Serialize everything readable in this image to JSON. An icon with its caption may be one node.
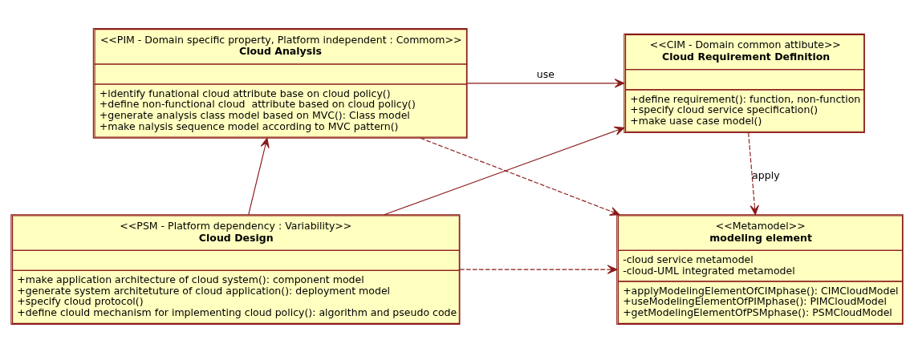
{
  "diagram": {
    "nodes": [
      {
        "text": [
          "<<CIM - Domain common attibute>>",
          "Cloud Requirement Definition",
          "+define requirement(): function, non-function",
          "+specify cloud service specification()",
          "+make uase case model()"
        ]
      },
      {
        "text": [
          "<<PIM - Domain specific property, Platform independent : Commom>>",
          "Cloud Analysis",
          "+identify funational cloud attribute base on cloud policy()",
          "+define non-functional cloud  attribute based on cloud policy()",
          "+generate analysis class model based on MVC(): Class model",
          "+make nalysis sequence model according to MVC pattern()"
        ]
      },
      {
        "text": [
          "<<Metamodel>>",
          "modeling element",
          "-cloud service metamodel",
          "-cloud-UML integrated metamodel",
          "+applyModelingElementOfCIMphase(): CIMCloudModel",
          "+useModelingElementOfPIMphase(): PIMCloudModel",
          "+getModelingElementOfPSMphase(): PSMCloudModel"
        ]
      },
      {
        "text": [
          "<<PSM - Platform dependency : Variability>>",
          "Cloud Design",
          "+make application architecture of cloud system(): component model",
          "+generate system architetuture of cloud application(): deployment model",
          "+specify cloud protocol()",
          "+define clould mechanism for implementing cloud policy(): algorithm and pseudo code"
        ]
      }
    ],
    "edges": [
      {
        "from": 1,
        "to": 0,
        "arrow": "to",
        "label": "use"
      },
      {
        "from": 0,
        "to": 2,
        "arrow": "to",
        "label": "apply",
        "style": "dashed"
      },
      {
        "from": 1,
        "to": 2,
        "arrow": "to",
        "style": "dashed"
      },
      {
        "from": 3,
        "to": 0,
        "arrow": "to"
      },
      {
        "from": 3,
        "to": 1,
        "arrow": "to"
      },
      {
        "from": 3,
        "to": 2,
        "arrow": "to",
        "style": "dashed"
      }
    ]
  }
}
